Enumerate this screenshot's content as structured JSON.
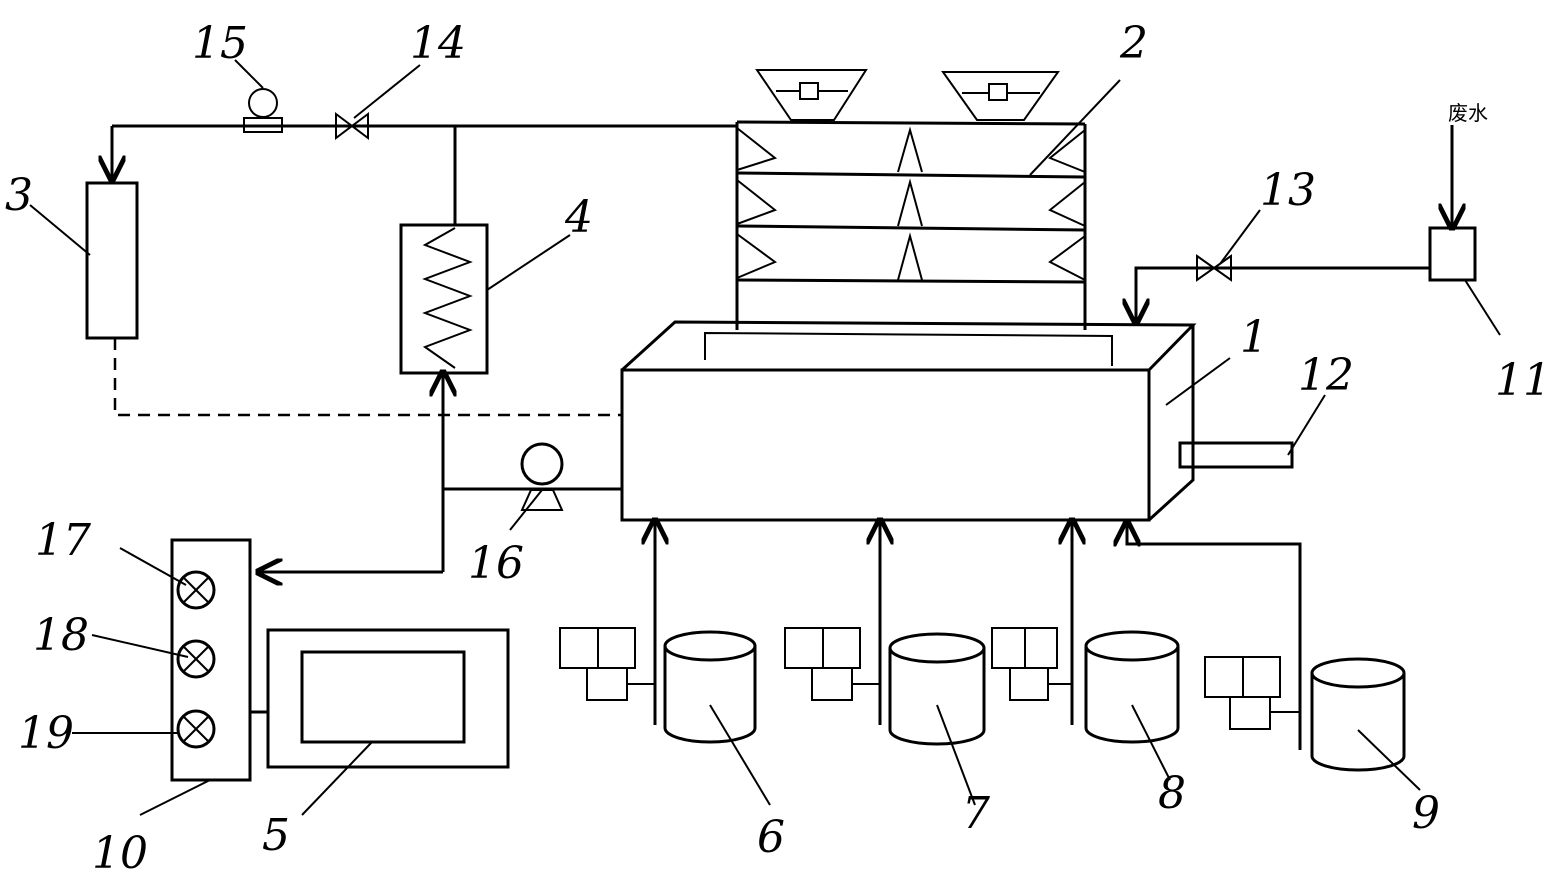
{
  "diagram": {
    "labels": {
      "n1": "1",
      "n2": "2",
      "n3": "3",
      "n4": "4",
      "n5": "5",
      "n6": "6",
      "n7": "7",
      "n8": "8",
      "n9": "9",
      "n10": "10",
      "n11": "11",
      "n12": "12",
      "n13": "13",
      "n14": "14",
      "n15": "15",
      "n16": "16",
      "n17": "17",
      "n18": "18",
      "n19": "19"
    },
    "inlet_label": "废水"
  }
}
